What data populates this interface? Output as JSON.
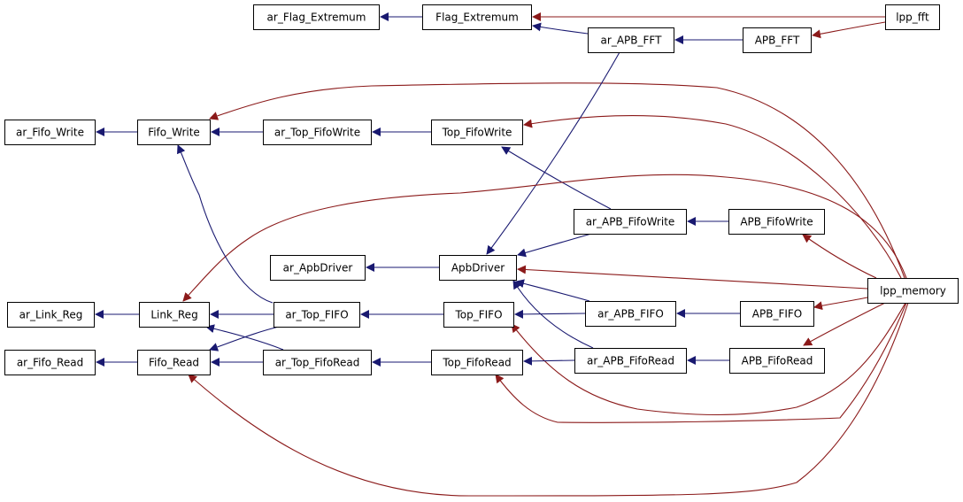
{
  "graph": {
    "type": "call-graph",
    "colors": {
      "call_edge": "#191970",
      "caller_edge": "#8b1a1a",
      "node_border": "#000000",
      "node_fill": "#ffffff"
    },
    "nodes": [
      {
        "id": "ar_Flag_Extremum",
        "label": "ar_Flag_Extremum"
      },
      {
        "id": "Flag_Extremum",
        "label": "Flag_Extremum"
      },
      {
        "id": "lpp_fft",
        "label": "lpp_fft"
      },
      {
        "id": "ar_APB_FFT",
        "label": "ar_APB_FFT"
      },
      {
        "id": "APB_FFT",
        "label": "APB_FFT"
      },
      {
        "id": "ar_Fifo_Write",
        "label": "ar_Fifo_Write"
      },
      {
        "id": "Fifo_Write",
        "label": "Fifo_Write"
      },
      {
        "id": "ar_Top_FifoWrite",
        "label": "ar_Top_FifoWrite"
      },
      {
        "id": "Top_FifoWrite",
        "label": "Top_FifoWrite"
      },
      {
        "id": "ar_APB_FifoWrite",
        "label": "ar_APB_FifoWrite"
      },
      {
        "id": "APB_FifoWrite",
        "label": "APB_FifoWrite"
      },
      {
        "id": "ar_ApbDriver",
        "label": "ar_ApbDriver"
      },
      {
        "id": "ApbDriver",
        "label": "ApbDriver"
      },
      {
        "id": "lpp_memory",
        "label": "lpp_memory"
      },
      {
        "id": "ar_Link_Reg",
        "label": "ar_Link_Reg"
      },
      {
        "id": "Link_Reg",
        "label": "Link_Reg"
      },
      {
        "id": "ar_Top_FIFO",
        "label": "ar_Top_FIFO"
      },
      {
        "id": "Top_FIFO",
        "label": "Top_FIFO"
      },
      {
        "id": "ar_APB_FIFO",
        "label": "ar_APB_FIFO"
      },
      {
        "id": "APB_FIFO",
        "label": "APB_FIFO"
      },
      {
        "id": "ar_Fifo_Read",
        "label": "ar_Fifo_Read"
      },
      {
        "id": "Fifo_Read",
        "label": "Fifo_Read"
      },
      {
        "id": "ar_Top_FifoRead",
        "label": "ar_Top_FifoRead"
      },
      {
        "id": "Top_FifoRead",
        "label": "Top_FifoRead"
      },
      {
        "id": "ar_APB_FifoRead",
        "label": "ar_APB_FifoRead"
      },
      {
        "id": "APB_FifoRead",
        "label": "APB_FifoRead"
      }
    ],
    "edges": [
      {
        "from": "Flag_Extremum",
        "to": "ar_Flag_Extremum",
        "kind": "call"
      },
      {
        "from": "lpp_fft",
        "to": "Flag_Extremum",
        "kind": "caller"
      },
      {
        "from": "ar_APB_FFT",
        "to": "Flag_Extremum",
        "kind": "call"
      },
      {
        "from": "APB_FFT",
        "to": "ar_APB_FFT",
        "kind": "call"
      },
      {
        "from": "lpp_fft",
        "to": "APB_FFT",
        "kind": "caller"
      },
      {
        "from": "Fifo_Write",
        "to": "ar_Fifo_Write",
        "kind": "call"
      },
      {
        "from": "ar_Top_FifoWrite",
        "to": "Fifo_Write",
        "kind": "call"
      },
      {
        "from": "Top_FifoWrite",
        "to": "ar_Top_FifoWrite",
        "kind": "call"
      },
      {
        "from": "lpp_memory",
        "to": "Fifo_Write",
        "kind": "caller"
      },
      {
        "from": "lpp_memory",
        "to": "Top_FifoWrite",
        "kind": "caller"
      },
      {
        "from": "ar_APB_FifoWrite",
        "to": "Top_FifoWrite",
        "kind": "call"
      },
      {
        "from": "APB_FifoWrite",
        "to": "ar_APB_FifoWrite",
        "kind": "call"
      },
      {
        "from": "lpp_memory",
        "to": "APB_FifoWrite",
        "kind": "caller"
      },
      {
        "from": "ApbDriver",
        "to": "ar_ApbDriver",
        "kind": "call"
      },
      {
        "from": "ar_APB_FFT",
        "to": "ApbDriver",
        "kind": "call"
      },
      {
        "from": "ar_APB_FifoWrite",
        "to": "ApbDriver",
        "kind": "call"
      },
      {
        "from": "lpp_memory",
        "to": "ApbDriver",
        "kind": "caller"
      },
      {
        "from": "ar_APB_FIFO",
        "to": "ApbDriver",
        "kind": "call"
      },
      {
        "from": "ar_APB_FifoRead",
        "to": "ApbDriver",
        "kind": "call"
      },
      {
        "from": "lpp_memory",
        "to": "Link_Reg",
        "kind": "caller"
      },
      {
        "from": "Link_Reg",
        "to": "ar_Link_Reg",
        "kind": "call"
      },
      {
        "from": "ar_Top_FIFO",
        "to": "Link_Reg",
        "kind": "call"
      },
      {
        "from": "ar_Top_FIFO",
        "to": "Fifo_Write",
        "kind": "call"
      },
      {
        "from": "ar_Top_FIFO",
        "to": "Fifo_Read",
        "kind": "call"
      },
      {
        "from": "Top_FIFO",
        "to": "ar_Top_FIFO",
        "kind": "call"
      },
      {
        "from": "ar_APB_FIFO",
        "to": "Top_FIFO",
        "kind": "call"
      },
      {
        "from": "APB_FIFO",
        "to": "ar_APB_FIFO",
        "kind": "call"
      },
      {
        "from": "lpp_memory",
        "to": "APB_FIFO",
        "kind": "caller"
      },
      {
        "from": "lpp_memory",
        "to": "Top_FIFO",
        "kind": "caller"
      },
      {
        "from": "Fifo_Read",
        "to": "ar_Fifo_Read",
        "kind": "call"
      },
      {
        "from": "ar_Top_FifoRead",
        "to": "Fifo_Read",
        "kind": "call"
      },
      {
        "from": "ar_Top_FifoRead",
        "to": "Link_Reg",
        "kind": "call"
      },
      {
        "from": "Top_FifoRead",
        "to": "ar_Top_FifoRead",
        "kind": "call"
      },
      {
        "from": "ar_APB_FifoRead",
        "to": "Top_FifoRead",
        "kind": "call"
      },
      {
        "from": "APB_FifoRead",
        "to": "ar_APB_FifoRead",
        "kind": "call"
      },
      {
        "from": "lpp_memory",
        "to": "APB_FifoRead",
        "kind": "caller"
      },
      {
        "from": "lpp_memory",
        "to": "Top_FifoRead",
        "kind": "caller"
      },
      {
        "from": "lpp_memory",
        "to": "Fifo_Read",
        "kind": "caller"
      }
    ]
  }
}
